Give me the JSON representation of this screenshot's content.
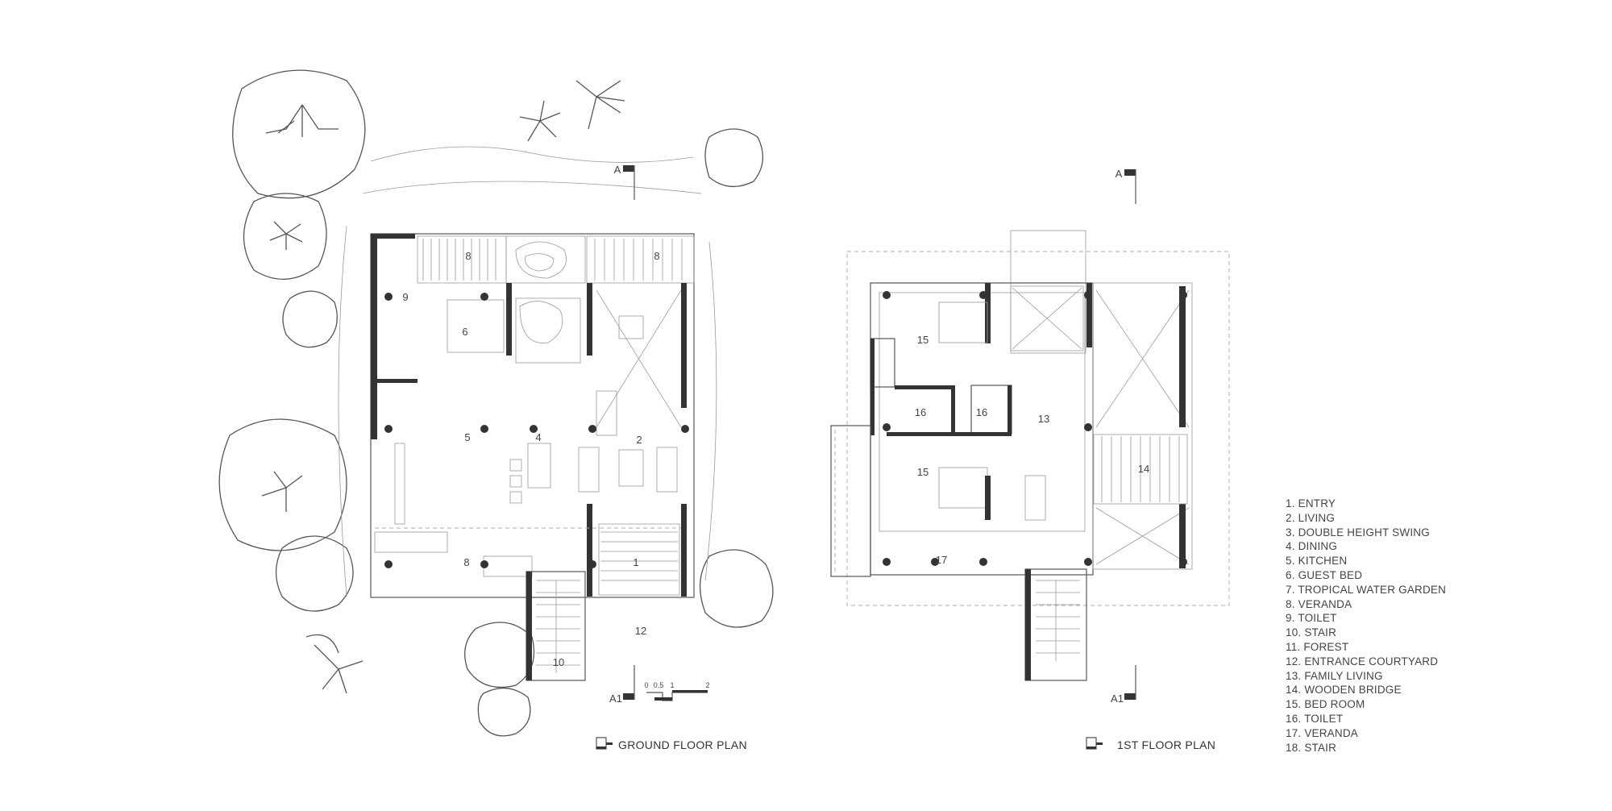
{
  "ground_floor": {
    "title": "GROUND FLOOR PLAN",
    "section_top": "A",
    "section_bottom": "A1",
    "room_labels": [
      "8",
      "8",
      "9",
      "6",
      "5",
      "4",
      "2",
      "8",
      "1",
      "10",
      "12"
    ],
    "scale_bar": [
      "0",
      "0.5",
      "1",
      "2"
    ]
  },
  "first_floor": {
    "title": "1ST FLOOR PLAN",
    "section_top": "A",
    "section_bottom": "A1",
    "room_labels": [
      "15",
      "16",
      "16",
      "13",
      "15",
      "14",
      "17"
    ]
  },
  "legend": [
    "1. ENTRY",
    "2. LIVING",
    "3. DOUBLE HEIGHT SWING",
    "4. DINING",
    "5. KITCHEN",
    "6. GUEST BED",
    "7. TROPICAL WATER GARDEN",
    "8. VERANDA",
    "9. TOILET",
    "10. STAIR",
    "11. FOREST",
    "12. ENTRANCE COURTYARD",
    "13. FAMILY LIVING",
    "14. WOODEN BRIDGE",
    "15. BED ROOM",
    "16. TOILET",
    "17. VERANDA",
    "18. STAIR"
  ]
}
